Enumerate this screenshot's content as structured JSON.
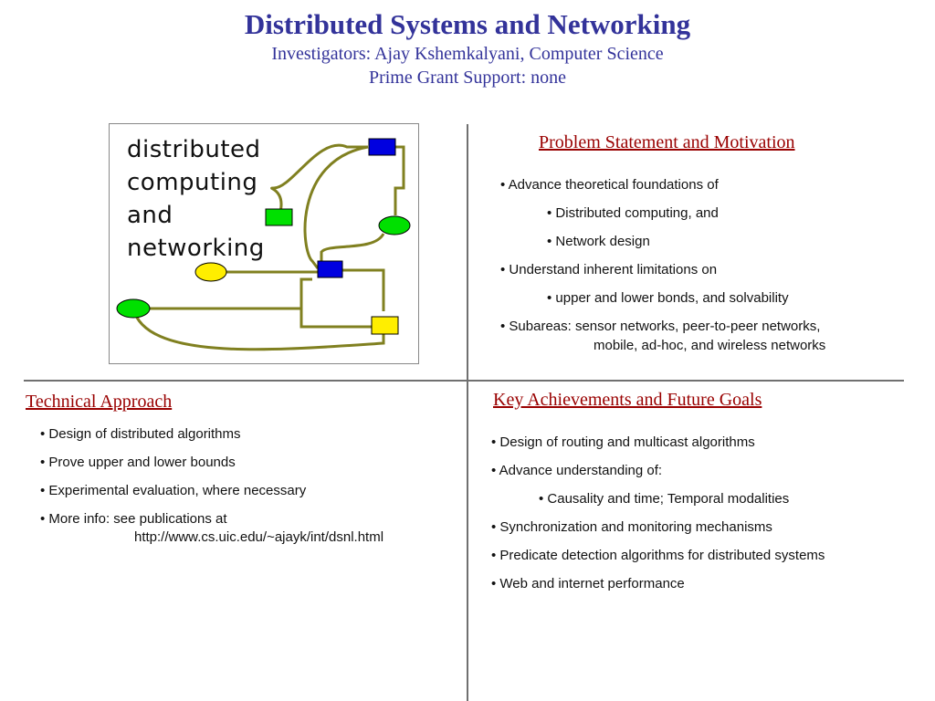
{
  "header": {
    "title": "Distributed Systems and Networking",
    "investigators": "Investigators: Ajay Kshemkalyani, Computer Science",
    "grant": "Prime Grant Support: none"
  },
  "figure": {
    "lines": [
      "distributed",
      "computing",
      "and",
      "networking"
    ],
    "node_colors": {
      "blue": "#0000e0",
      "green": "#00e000",
      "yellow": "#ffee00",
      "wire": "#808020"
    }
  },
  "problem": {
    "title": "Problem Statement and Motivation",
    "items": [
      "• Advance theoretical foundations of",
      "• Distributed computing, and",
      "• Network design",
      "• Understand inherent limitations on",
      "• upper and lower bonds, and solvability",
      "• Subareas: sensor networks, peer-to-peer networks,",
      "mobile, ad-hoc, and wireless networks"
    ]
  },
  "technical": {
    "title": "Technical Approach",
    "items": [
      "• Design of distributed algorithms",
      "• Prove upper and lower bounds",
      "• Experimental evaluation, where necessary",
      "• More info: see publications at",
      "http://www.cs.uic.edu/~ajayk/int/dsnl.html"
    ]
  },
  "achievements": {
    "title": "Key Achievements and Future Goals",
    "items": [
      "• Design of routing and multicast algorithms",
      "• Advance understanding of:",
      "• Causality and time; Temporal modalities",
      "• Synchronization and monitoring mechanisms",
      "• Predicate detection algorithms for distributed systems",
      "• Web and internet performance"
    ]
  }
}
